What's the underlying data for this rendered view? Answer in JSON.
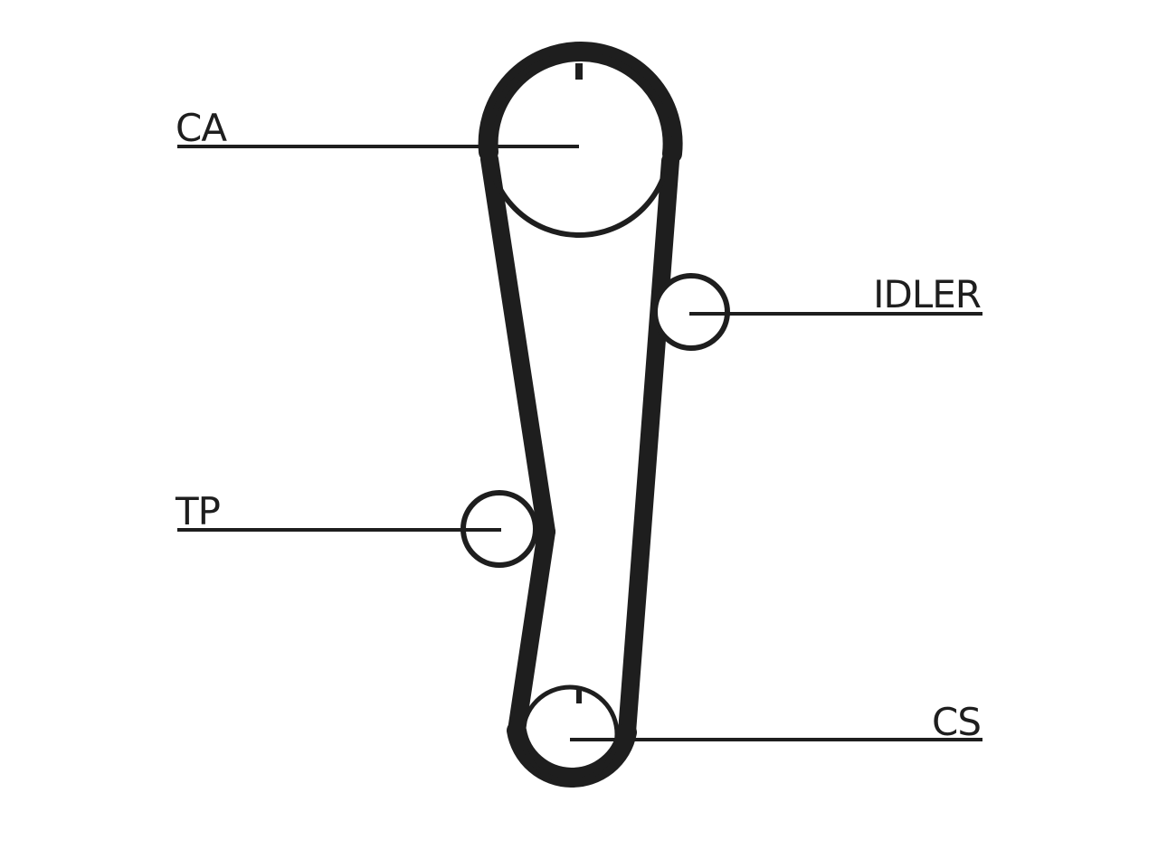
{
  "labels": {
    "camshaft": "CA",
    "idler": "IDLER",
    "tensioner": "TP",
    "crankshaft": "CS"
  },
  "colors": {
    "ink": "#1e1e1e",
    "background": "#ffffff"
  }
}
